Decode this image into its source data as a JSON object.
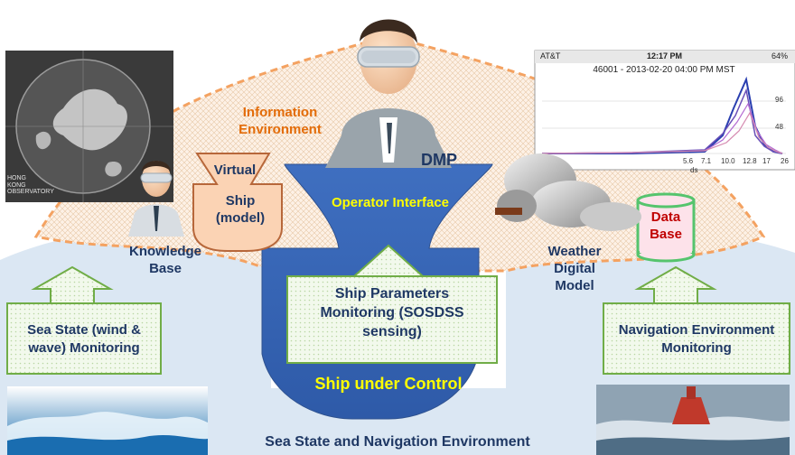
{
  "labels": {
    "information_environment": "Information Environment",
    "dmp": "DMP",
    "operator_interface": "Operator Interface",
    "virtual": "Virtual",
    "ship_model": "Ship (model)",
    "knowledge_base": "Knowledge Base",
    "weather_digital_model": "Weather Digital Model",
    "data_base": "Data Base",
    "ship_parameters_monitoring": "Ship Parameters Monitoring (SOSDSS sensing)",
    "ship_under_control": "Ship under Control",
    "sea_state_monitoring": "Sea State (wind & wave) Monitoring",
    "navigation_environment_monitoring": "Navigation Environment Monitoring",
    "bottom_caption": "Sea State and Navigation Environment"
  },
  "phone_screenshot": {
    "carrier": "AT&T",
    "time": "12:17 PM",
    "battery": "64%",
    "chart_title": "46001 - 2013-02-20 04:00 PM MST",
    "x_ticks": [
      "5.6",
      "7.1",
      "10.0",
      "12.8",
      "17",
      "26"
    ],
    "x_label_fragment": "ds",
    "y_ticks": [
      "96",
      "48"
    ]
  },
  "radar_image": {
    "caption_lines": [
      "HONG",
      "KONG",
      "OBSERVATORY"
    ]
  },
  "colors": {
    "information_env_fill": "#fbe5d6",
    "information_env_border": "#f4a261",
    "ship_blue": "#4472c4",
    "box_green": "#70ad47",
    "sea_blue": "#dbe7f3",
    "label_orange": "#e36c09",
    "label_navy": "#1f3864",
    "operator_yellow": "#ffff00"
  }
}
